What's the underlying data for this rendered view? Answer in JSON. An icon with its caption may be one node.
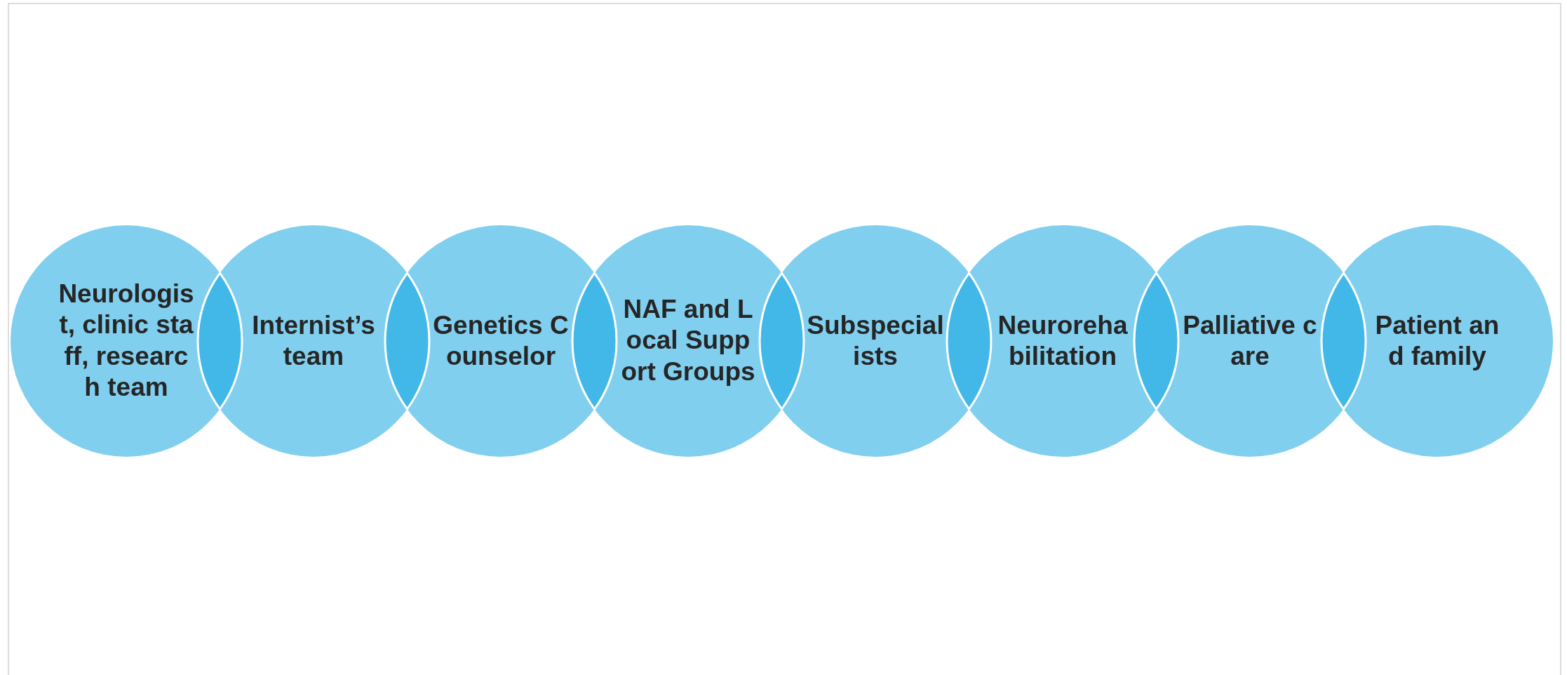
{
  "diagram": {
    "nodes": [
      {
        "text": [
          "Neurologist, clinic staff, research team"
        ]
      },
      {
        "text": [
          "Internist’s team"
        ]
      },
      {
        "text": [
          "Genetics Counselor"
        ]
      },
      {
        "text": [
          "NAF and Local Support Groups"
        ]
      },
      {
        "text": [
          "Subspecialists"
        ]
      },
      {
        "text": [
          "Neurorehabilitation"
        ]
      },
      {
        "text": [
          "Palliative care"
        ]
      },
      {
        "text": [
          "Patient and family"
        ]
      }
    ]
  }
}
